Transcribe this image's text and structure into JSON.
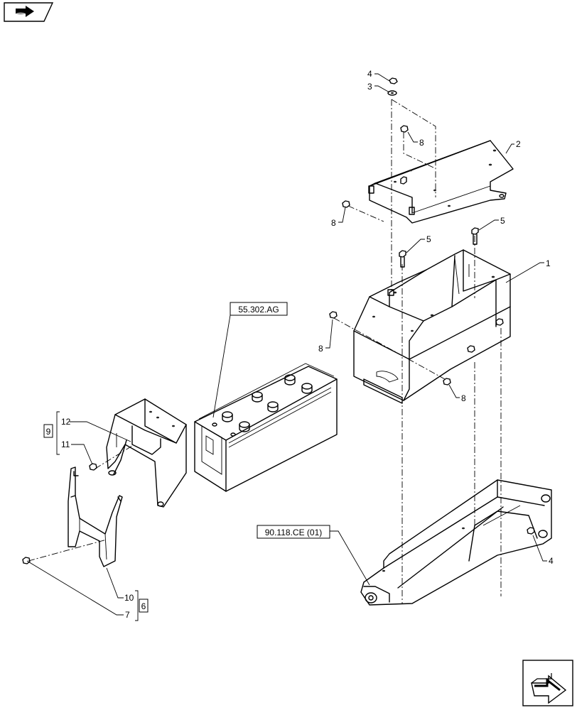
{
  "navigation": {
    "top_left_icon": "book-arrow-icon",
    "bottom_right_icon": "next-page-arrow-icon"
  },
  "references": {
    "battery_ref": "55.302.AG",
    "frame_ref": "90.118.CE (01)"
  },
  "callouts": {
    "c1": "1",
    "c2": "2",
    "c3": "3",
    "c4_top": "4",
    "c4_frame": "4",
    "c5_left": "5",
    "c5_right": "5",
    "c6": "6",
    "c7": "7",
    "c8_top": "8",
    "c8_left_bracket": "8",
    "c8_box_left": "8",
    "c8_box_bottom": "8",
    "c9": "9",
    "c10": "10",
    "c11": "11",
    "c12": "12"
  }
}
